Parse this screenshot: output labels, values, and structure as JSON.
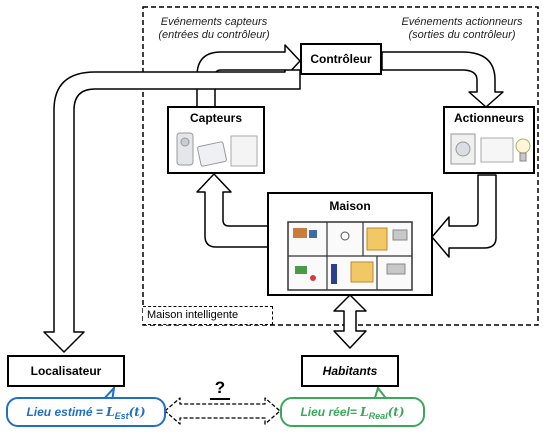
{
  "notes": {
    "sensor_events_line1": "Evénements capteurs",
    "sensor_events_line2": "(entrées du contrôleur)",
    "actuator_events_line1": "Evénements actionneurs",
    "actuator_events_line2": "(sorties du contrôleur)",
    "smart_home_label": "Maison intelligente"
  },
  "boxes": {
    "controller": "Contrôleur",
    "sensors": "Capteurs",
    "actuators": "Actionneurs",
    "house": "Maison",
    "localizer": "Localisateur",
    "inhabitants": "Habitants"
  },
  "estimate": {
    "prefix": "Lieu estimé = ",
    "symbol": "L",
    "subscript": "Est",
    "suffix": "(t)",
    "color": "#1f6fc5"
  },
  "real": {
    "prefix": "Lieu réel= ",
    "symbol": "L",
    "subscript": "Real",
    "suffix": "(t)",
    "color": "#3aa85a"
  },
  "question_mark": "?"
}
